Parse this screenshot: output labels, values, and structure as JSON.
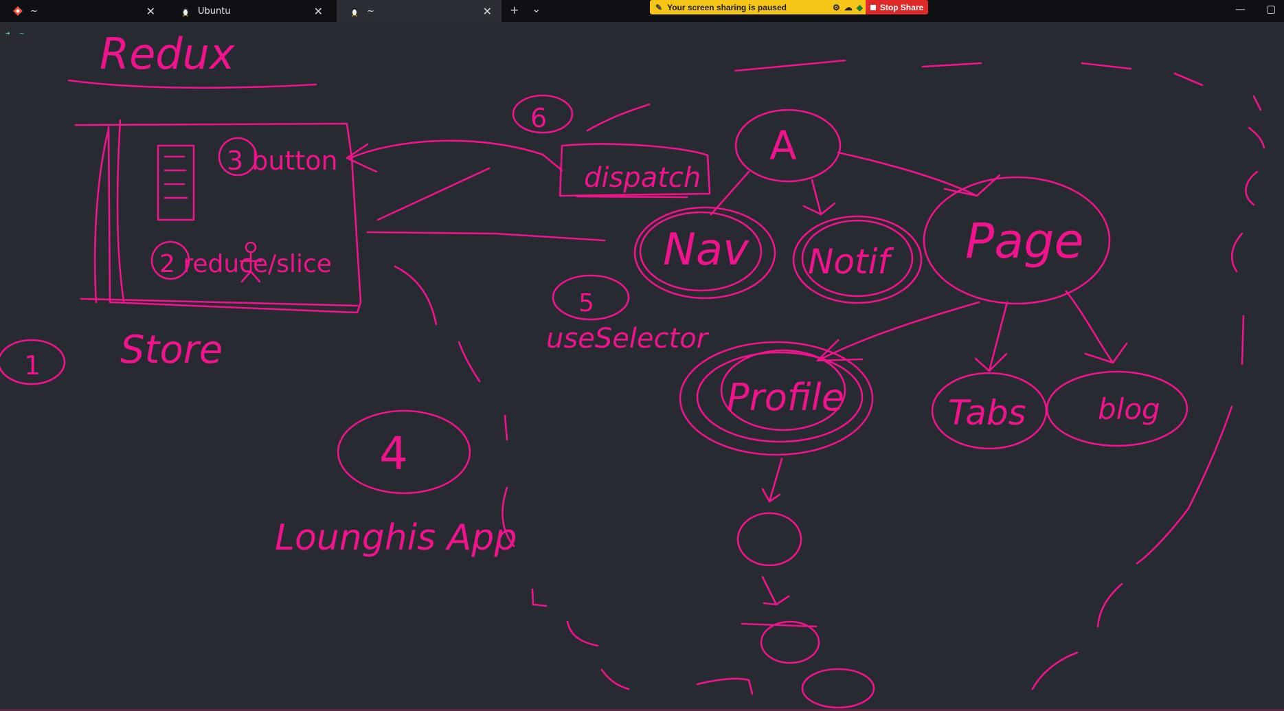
{
  "tabs": [
    {
      "title": "~",
      "icon": "git-bash-icon"
    },
    {
      "title": "Ubuntu",
      "icon": "linux-tux-icon"
    },
    {
      "title": "~",
      "icon": "linux-tux-icon"
    }
  ],
  "tabbar": {
    "new_tab": "+",
    "dropdown": "⌄"
  },
  "screen_share": {
    "status": "Your screen sharing is paused",
    "stop_label": "Stop Share"
  },
  "window_controls": {
    "minimize": "—",
    "maximize": "▢"
  },
  "terminal": {
    "prompt_arrow": "➜",
    "cwd": "~"
  },
  "sketch": {
    "title": "Redux",
    "store_label": "Store",
    "app_label": "Lounghis App",
    "step1": "1",
    "step3_button": "3 button",
    "step2_slice": "2 reduce/slice",
    "step4": "4",
    "step5": "5",
    "use_selector": "useSelector",
    "step6": "6",
    "dispatch": "dispatch",
    "node_a": "A",
    "node_nav": "Nav",
    "node_notif": "Notif",
    "node_page": "Page",
    "node_profile": "Profile",
    "node_tabs": "Tabs",
    "node_blog": "blog"
  }
}
